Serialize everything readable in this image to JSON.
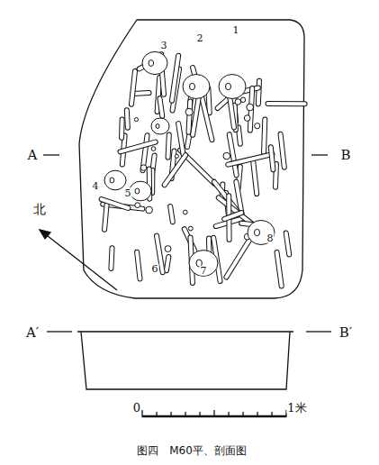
{
  "diagram": {
    "caption": "图四　M60平、剖面图",
    "labels": [
      "1",
      "2",
      "3",
      "4",
      "5",
      "6",
      "7",
      "8",
      "A",
      "B",
      "北",
      "A′",
      "B′",
      "0",
      "1米"
    ]
  }
}
